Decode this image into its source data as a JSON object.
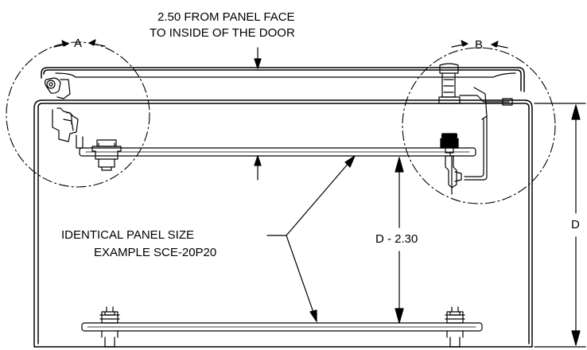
{
  "notes": {
    "clearance_line1": "2.50 FROM PANEL FACE",
    "clearance_line2": "TO INSIDE OF THE DOOR",
    "panel_line1": "IDENTICAL PANEL SIZE",
    "panel_line2": "EXAMPLE SCE-20P20"
  },
  "details": {
    "a": "A",
    "b": "B"
  },
  "dimensions": {
    "overall_depth": "D",
    "panel_to_bottom": "D - 2.30"
  },
  "colors": {
    "line": "#000000",
    "background": "#ffffff"
  }
}
